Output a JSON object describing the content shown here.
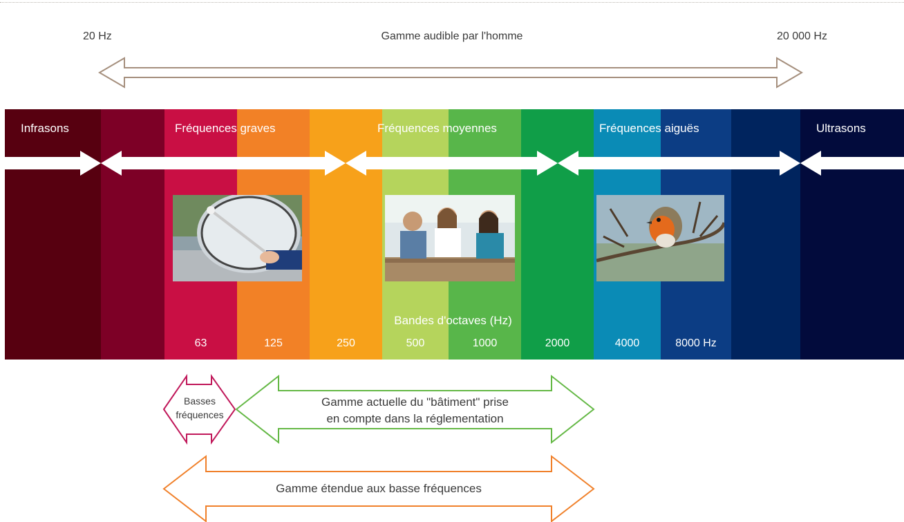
{
  "audible": {
    "low": "20 Hz",
    "high": "20 000 Hz",
    "title": "Gamme audible par l'homme"
  },
  "spectrum": {
    "bands": [
      {
        "color": "#570010"
      },
      {
        "color": "#7d0026"
      },
      {
        "color": "#c90f44"
      },
      {
        "color": "#f28126"
      },
      {
        "color": "#f7a11a"
      },
      {
        "color": "#b5d45c"
      },
      {
        "color": "#58b64a"
      },
      {
        "color": "#109e48"
      },
      {
        "color": "#0a8bb6"
      },
      {
        "color": "#0c3d84"
      },
      {
        "color": "#00245e"
      },
      {
        "color": "#020b3c"
      }
    ],
    "labels": {
      "infrasons": "Infrasons",
      "graves": "Fréquences graves",
      "moyennes": "Fréquences  moyennes",
      "aigues": "Fréquences  aiguës",
      "ultrasons": "Ultrasons"
    },
    "octave_title": "Bandes d'octaves (Hz)",
    "octaves": [
      "63",
      "125",
      "250",
      "500",
      "1000",
      "2000",
      "4000",
      "8000 Hz"
    ]
  },
  "photos": {
    "drum": "drum-photo",
    "people": "people-talking-photo",
    "bird": "robin-bird-photo"
  },
  "ranges": {
    "basses": {
      "line1": "Basses",
      "line2": "fréquences",
      "color": "#c0185a"
    },
    "batiment": {
      "line1": "Gamme actuelle du \"bâtiment\" prise",
      "line2": "en compte dans la réglementation",
      "color": "#64b845"
    },
    "etendue": {
      "text": "Gamme étendue aux basse fréquences",
      "color": "#f0802a"
    },
    "audible_arrow_color": "#a58f7d"
  }
}
